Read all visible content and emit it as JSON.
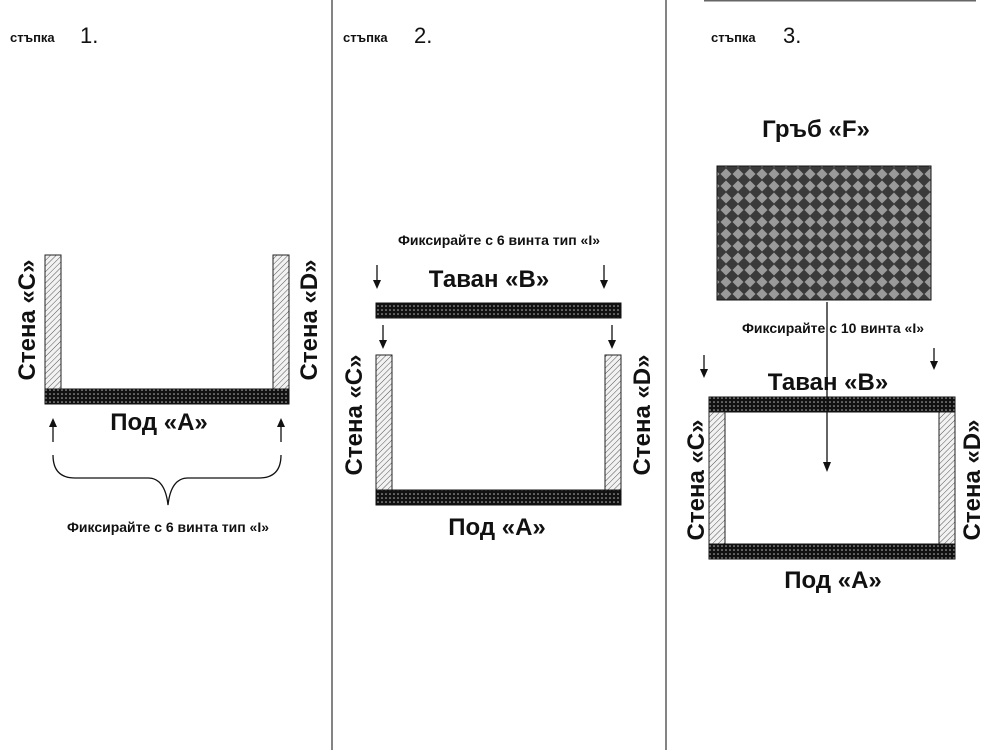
{
  "steps": [
    {
      "word": "стъпка",
      "number": "1.",
      "floor": "Под «A»",
      "wall_left": "Стена «C»",
      "wall_right": "Стена «D»",
      "instruction": "Фиксирайте с 6 винта тип «I»"
    },
    {
      "word": "стъпка",
      "number": "2.",
      "instruction": "Фиксирайте с 6 винта тип «I»",
      "ceiling": "Таван «B»",
      "floor": "Под «A»",
      "wall_left": "Стена «C»",
      "wall_right": "Стена «D»"
    },
    {
      "word": "стъпка",
      "number": "3.",
      "back": "Гръб «F»",
      "instruction": "Фиксирайте с 10 винта «I»",
      "ceiling": "Таван «B»",
      "floor": "Под «A»",
      "wall_left": "Стена «C»",
      "wall_right": "Стена «D»"
    }
  ],
  "colors": {
    "board_dark": "#111111",
    "board_dots": "#bbbbbb",
    "wall_fill": "#e8e8e8",
    "back_dark": "#444444",
    "back_light": "#9a9a9a"
  }
}
